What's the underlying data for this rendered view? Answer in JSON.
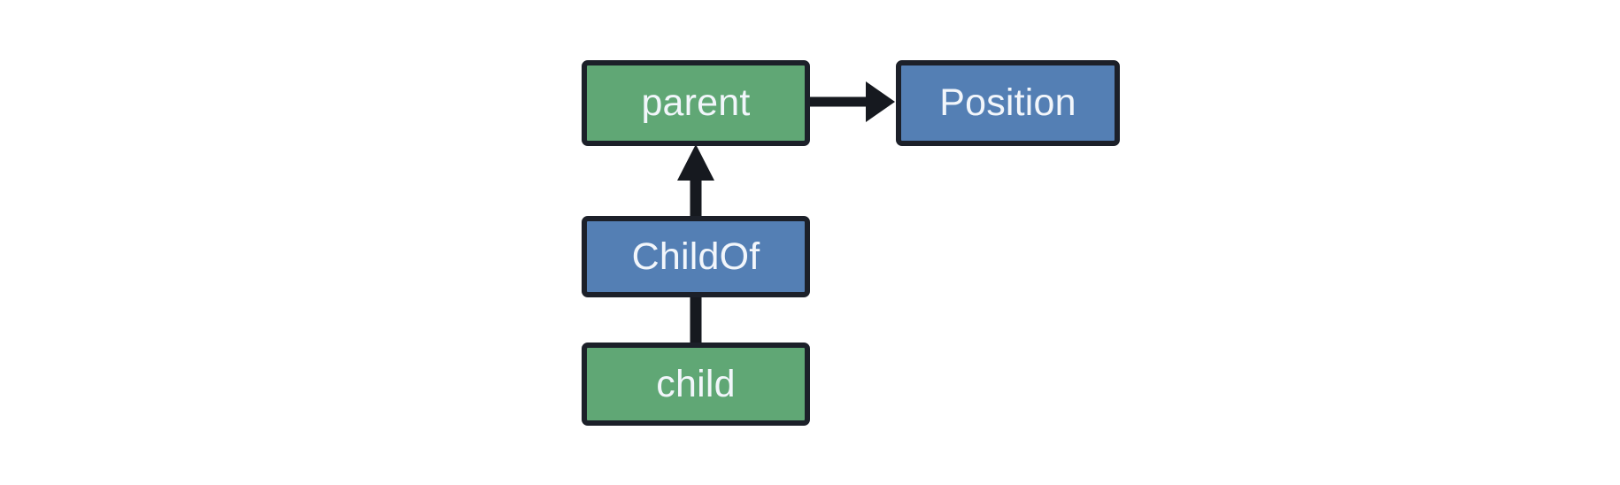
{
  "diagram": {
    "type": "entity-relationship-graph",
    "background_color": "#ffffff",
    "palette": {
      "entity_fill": "#60a775",
      "relation_fill": "#547fb4",
      "border": "#1c2029",
      "label_text": "#f2f6fb",
      "edge": "#16191f"
    },
    "nodes": [
      {
        "id": "parent",
        "label": "parent",
        "kind": "entity",
        "fill": "#60a775"
      },
      {
        "id": "position",
        "label": "Position",
        "kind": "component",
        "fill": "#547fb4"
      },
      {
        "id": "childof",
        "label": "ChildOf",
        "kind": "relationship",
        "fill": "#547fb4"
      },
      {
        "id": "child",
        "label": "child",
        "kind": "entity",
        "fill": "#60a775"
      }
    ],
    "edges": [
      {
        "id": "parent-to-position",
        "from": "parent",
        "to": "position",
        "arrow": "single",
        "direction": "right"
      },
      {
        "id": "childof-to-parent",
        "from": "childof",
        "to": "parent",
        "arrow": "single",
        "direction": "up"
      },
      {
        "id": "child-to-childof",
        "from": "child",
        "to": "childof",
        "arrow": "none",
        "direction": "up"
      }
    ]
  }
}
